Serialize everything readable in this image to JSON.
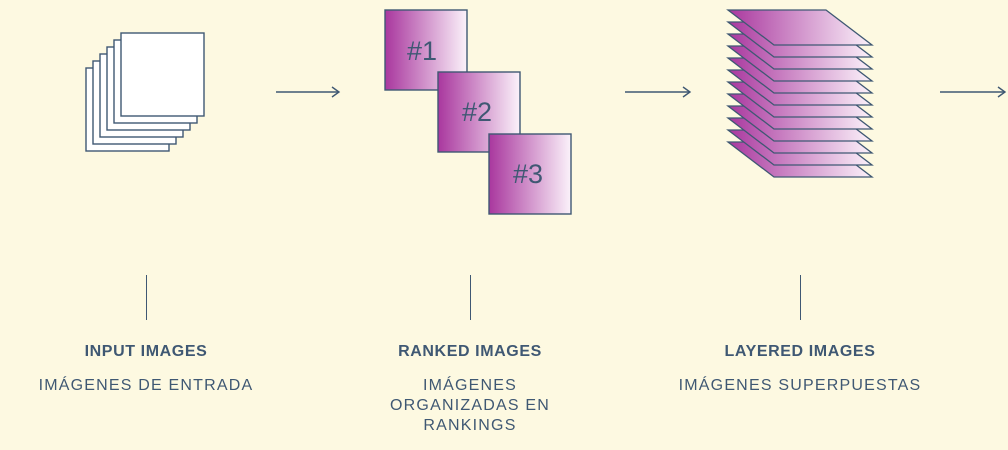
{
  "stages": [
    {
      "title": "INPUT IMAGES",
      "subtitle": "IMÁGENES DE ENTRADA"
    },
    {
      "title": "RANKED IMAGES",
      "subtitle": "IMÁGENES ORGANIZADAS EN RANKINGS"
    },
    {
      "title": "LAYERED IMAGES",
      "subtitle": "IMÁGENES SUPERPUESTAS"
    }
  ],
  "ranks": [
    "#1",
    "#2",
    "#3"
  ],
  "colors": {
    "background": "#fdf9e1",
    "ink": "#3f5873",
    "magenta": "#a9379e",
    "tint": "#fbf2fa"
  }
}
